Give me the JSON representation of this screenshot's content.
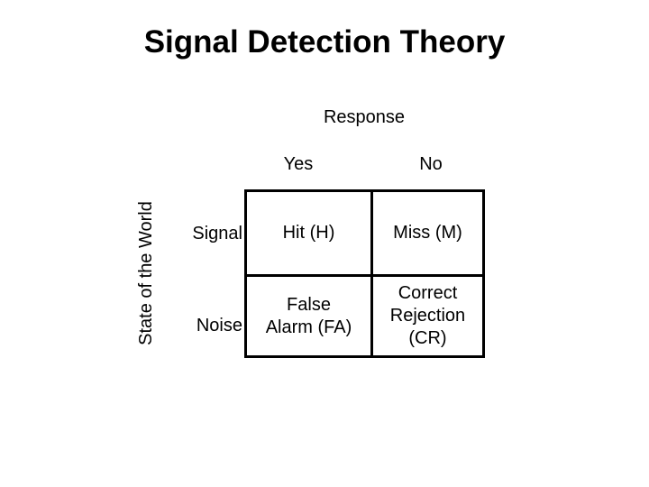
{
  "slide": {
    "title": "Signal Detection Theory",
    "background_color": "#ffffff",
    "text_color": "#000000",
    "border_color": "#000000"
  },
  "matrix": {
    "column_axis_title": "Response",
    "row_axis_title": "State of the World",
    "column_headers": [
      {
        "key": "yes",
        "label": "Yes"
      },
      {
        "key": "no",
        "label": "No"
      }
    ],
    "row_headers": [
      {
        "key": "signal",
        "label": "Signal"
      },
      {
        "key": "noise",
        "label": "Noise"
      }
    ],
    "cells": [
      {
        "key": "hit",
        "row": "signal",
        "column": "yes",
        "label": "Hit (H)"
      },
      {
        "key": "miss",
        "row": "signal",
        "column": "no",
        "label": "Miss (M)"
      },
      {
        "key": "false_alarm",
        "row": "noise",
        "column": "yes",
        "label": "False\nAlarm (FA)"
      },
      {
        "key": "correct_rejection",
        "row": "noise",
        "column": "no",
        "label": "Correct\nRejection\n(CR)"
      }
    ]
  }
}
